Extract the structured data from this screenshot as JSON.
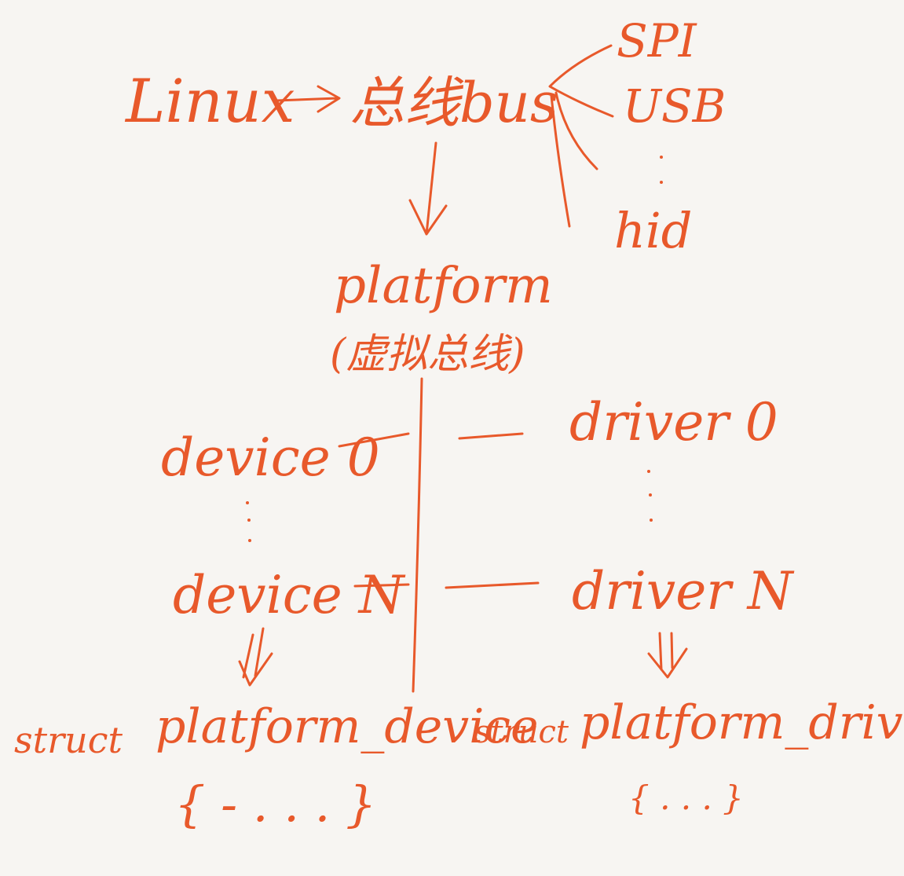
{
  "diagram": {
    "ink_color": "#e8592b",
    "background": "#f7f5f2",
    "linux": "Linux",
    "bus": "总线bus",
    "bus_types": [
      "SPI",
      "USB",
      "hid"
    ],
    "platform": "platform",
    "platform_note": "(虚拟总线)",
    "devices": [
      "device 0",
      "device N"
    ],
    "drivers": [
      "driver 0",
      "driver N"
    ],
    "struct_device_keyword": "struct",
    "struct_device_name": "platform_device",
    "struct_device_body": "{ - . . . }",
    "struct_driver_keyword": "struct",
    "struct_driver_name": "platform_driver",
    "struct_driver_body": "{ . . . }"
  }
}
